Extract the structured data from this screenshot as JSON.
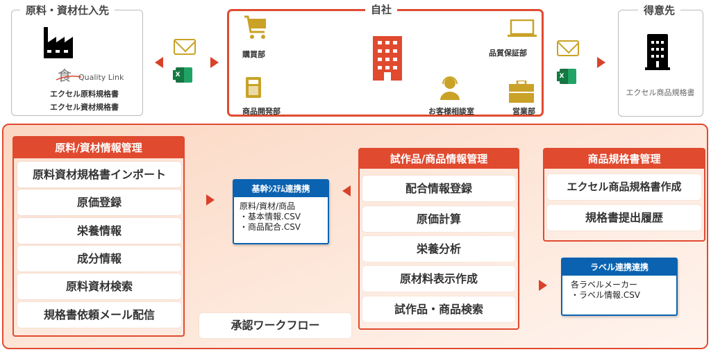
{
  "supplier": {
    "title": "原料・資材仕入先",
    "logo_text": "Quality Link",
    "lines": [
      "エクセル原料規格書",
      "エクセル資材規格書"
    ]
  },
  "company": {
    "title": "自社",
    "depts": {
      "purchasing": "購買部",
      "development": "商品開発部",
      "quality": "品質保証部",
      "support": "お客様相談室",
      "sales": "営業部"
    }
  },
  "customer": {
    "title": "得意先",
    "line": "エクセル商品規格書"
  },
  "excel_label": "X",
  "left_panel": {
    "title": "原料/資材情報管理",
    "items": [
      "原料資材規格書インポート",
      "原価登録",
      "栄養情報",
      "成分情報",
      "原料資材検索",
      "規格書依頼メール配信"
    ]
  },
  "core_system": {
    "title": "基幹ｼｽﾃﾑ連携携",
    "lines": [
      "原料/資材/商品",
      "・基本情報.CSV",
      "・商品配合.CSV"
    ]
  },
  "center_panel": {
    "title": "試作品/商品情報管理",
    "items": [
      "配合情報登録",
      "原価計算",
      "栄養分析",
      "原材料表示作成",
      "試作品・商品検索"
    ]
  },
  "right_panel": {
    "title": "商品規格書管理",
    "items": [
      "エクセル商品規格書作成",
      "規格書提出履歴"
    ]
  },
  "label_system": {
    "title": "ラベル連携連携",
    "lines": [
      "各ラベルメーカー",
      "・ラベル情報.CSV"
    ]
  },
  "approval": "承認ワークフロー",
  "colors": {
    "accent": "#e04a2f",
    "blue": "#0a62b0",
    "gold": "#c9a227"
  }
}
